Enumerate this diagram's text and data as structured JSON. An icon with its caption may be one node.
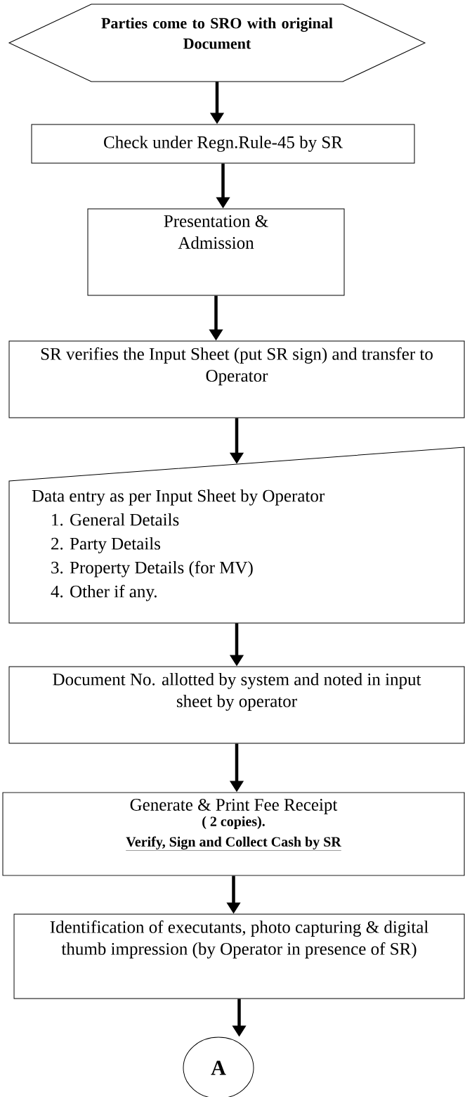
{
  "diagram": {
    "nodes": [
      {
        "text": [
          "Parties come to SRO with original Document"
        ]
      },
      {
        "text": [
          "Check under Regn.Rule-45 by SR"
        ]
      },
      {
        "text": [
          "Presentation & Admission"
        ]
      },
      {
        "text": [
          "SR verifies the Input Sheet (put SR sign) and transfer to Operator"
        ]
      },
      {
        "text": [
          "Data entry as per Input Sheet  by Operator",
          "1. General Details",
          "2. Party Details",
          "3. Property Details (for MV)",
          "4. Other if any."
        ]
      },
      {
        "text": [
          "Document No. allotted by system and noted in input sheet by operator"
        ]
      },
      {
        "text": [
          "Generate & Print Fee Receipt",
          "( 2 copies).",
          "Verify, Sign and Collect Cash by SR"
        ]
      },
      {
        "text": [
          "Identification of executants, photo capturing & digital thumb impression (by Operator in presence of SR)"
        ]
      },
      {
        "text": [
          "A"
        ]
      }
    ],
    "edges": [
      {
        "from": 0,
        "to": 1,
        "arrow": "to"
      },
      {
        "from": 1,
        "to": 2,
        "arrow": "to"
      },
      {
        "from": 2,
        "to": 3,
        "arrow": "to"
      },
      {
        "from": 3,
        "to": 4,
        "arrow": "to"
      },
      {
        "from": 4,
        "to": 5,
        "arrow": "to"
      },
      {
        "from": 5,
        "to": 6,
        "arrow": "to"
      },
      {
        "from": 6,
        "to": 7,
        "arrow": "to"
      },
      {
        "from": 7,
        "to": 8,
        "arrow": "to"
      }
    ]
  }
}
